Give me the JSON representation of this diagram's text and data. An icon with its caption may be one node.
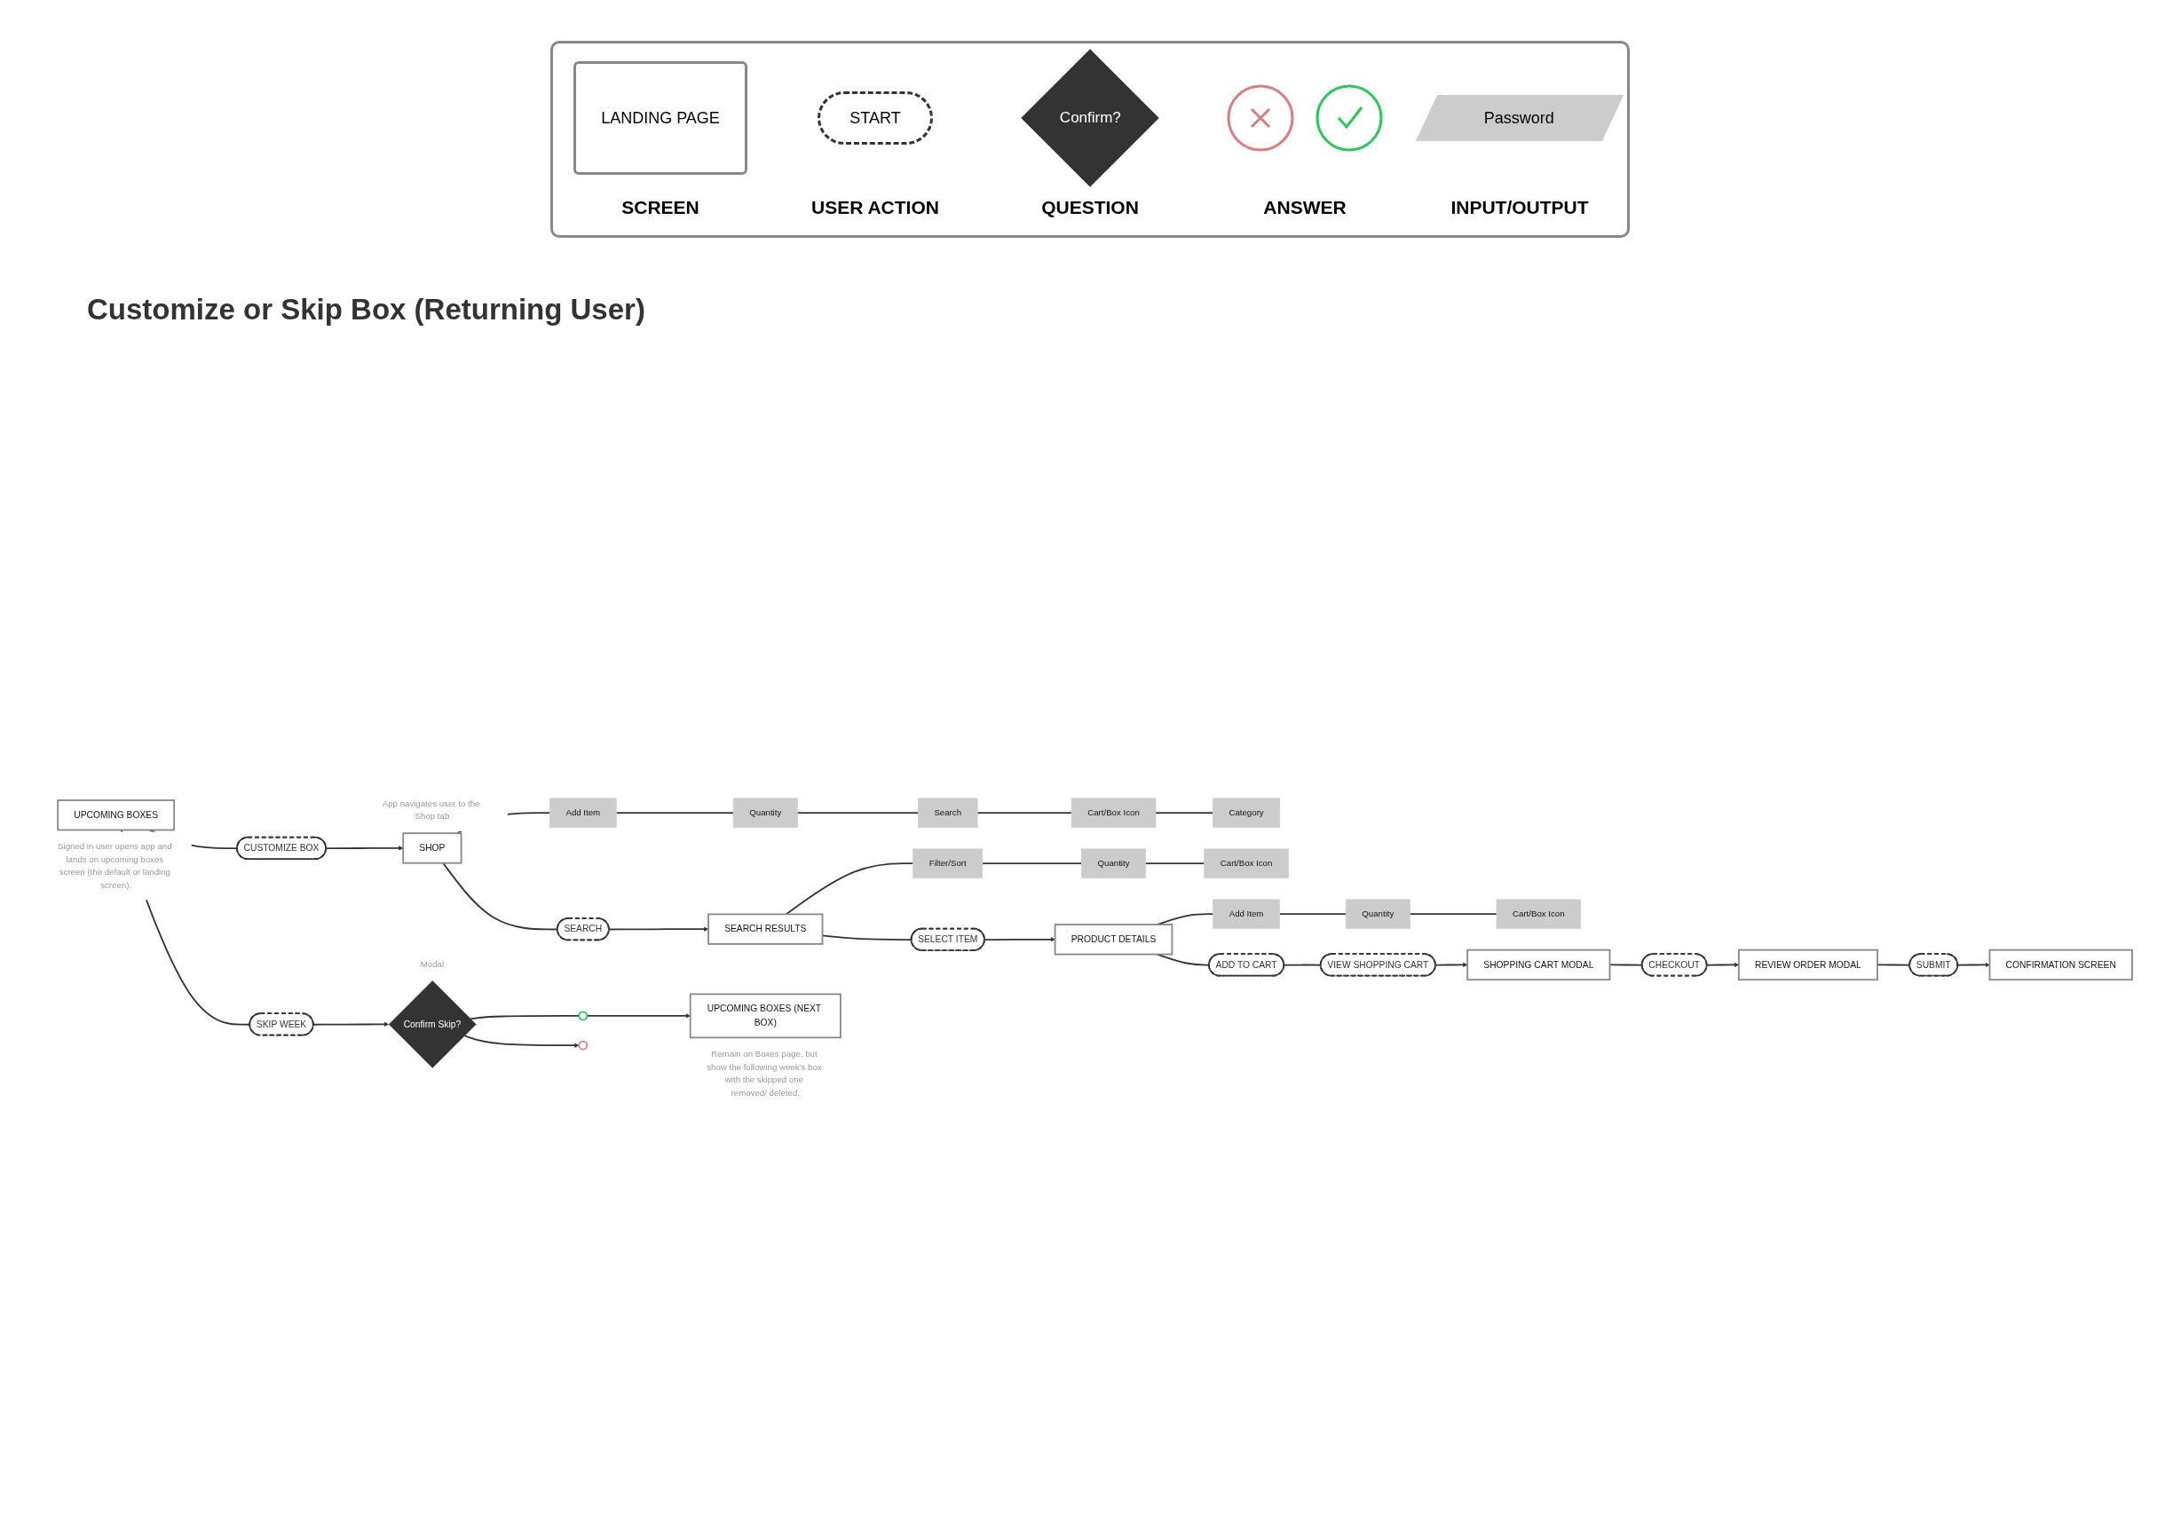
{
  "diagram": {
    "title": "Customize or Skip Box (Returning User)",
    "nodes": [
      {
        "text": [
          "UPCOMING BOXES"
        ],
        "beside": [
          "Signed in user opens app and lands on upcoming boxes screen (the default or landing screen)."
        ]
      },
      {
        "text": [
          "CUSTOMIZE BOX"
        ]
      },
      {
        "text": [
          "SHOP"
        ],
        "beside": [
          "App navigates user to the Shop tab"
        ]
      },
      {
        "text": [
          "SEARCH"
        ]
      },
      {
        "text": [
          "SEARCH RESULTS"
        ]
      },
      {
        "text": [
          "SELECT ITEM"
        ]
      },
      {
        "text": [
          "PRODUCT DETAILS"
        ]
      },
      {
        "text": [
          "Add Item"
        ]
      },
      {
        "text": [
          "Quantity"
        ]
      },
      {
        "text": [
          "Search"
        ]
      },
      {
        "text": [
          "Cart/Box Icon"
        ]
      },
      {
        "text": [
          "Category"
        ]
      },
      {
        "text": [
          "Filter/Sort"
        ]
      },
      {
        "text": [
          "Quantity"
        ]
      },
      {
        "text": [
          "Cart/Box Icon"
        ]
      },
      {
        "text": [
          "Add Item"
        ]
      },
      {
        "text": [
          "Quantity"
        ]
      },
      {
        "text": [
          "Cart/Box Icon"
        ]
      },
      {
        "text": [
          "ADD TO CART"
        ]
      },
      {
        "text": [
          "VIEW SHOPPING CART"
        ]
      },
      {
        "text": [
          "SKIP WEEK"
        ]
      },
      {
        "text": [
          "SHOPPING CART MODAL"
        ]
      },
      {
        "text": [
          "Confirm Skip?"
        ],
        "beside": [
          "Modal"
        ]
      },
      {
        "text": [],
        "shape": "circle"
      },
      {
        "text": [
          "UPCOMING BOXES (NEXT BOX)"
        ],
        "beside": [
          "Remain on Boxes page, but show the following week’s box with the skipped one removed/ deleted."
        ]
      },
      {
        "text": [
          "REVIEW ORDER MODAL"
        ]
      },
      {
        "text": [
          "CHECKOUT"
        ]
      },
      {
        "text": [],
        "shape": "circle"
      },
      {
        "text": [
          "SUBMIT"
        ]
      },
      {
        "text": [
          "CONFIRMATION SCREEN"
        ]
      }
    ],
    "edges": [
      {
        "from": 0,
        "to": 1,
        "arrow": "none"
      },
      {
        "from": 1,
        "to": 2,
        "arrow": "to"
      },
      {
        "from": 2,
        "to": 3,
        "arrow": "none"
      },
      {
        "from": 3,
        "to": 4,
        "arrow": "to"
      },
      {
        "from": 4,
        "to": 5,
        "arrow": "none"
      },
      {
        "from": 5,
        "to": 6,
        "arrow": "to"
      },
      {
        "from": 2,
        "to": 7,
        "arrow": "none"
      },
      {
        "from": 7,
        "to": 8,
        "arrow": "none"
      },
      {
        "from": 8,
        "to": 9,
        "arrow": "none"
      },
      {
        "from": 9,
        "to": 10,
        "arrow": "none"
      },
      {
        "from": 10,
        "to": 11,
        "arrow": "none"
      },
      {
        "from": 4,
        "to": 12,
        "arrow": "none"
      },
      {
        "from": 12,
        "to": 13,
        "arrow": "none"
      },
      {
        "from": 13,
        "to": 14,
        "arrow": "none"
      },
      {
        "from": 6,
        "to": 15,
        "arrow": "none"
      },
      {
        "from": 15,
        "to": 16,
        "arrow": "none"
      },
      {
        "from": 16,
        "to": 17,
        "arrow": "none"
      },
      {
        "from": 6,
        "to": 18,
        "arrow": "none"
      },
      {
        "from": 18,
        "to": 19,
        "arrow": "none"
      },
      {
        "from": 19,
        "to": 21,
        "arrow": "to"
      },
      {
        "from": 0,
        "to": 20,
        "arrow": "none"
      },
      {
        "from": 20,
        "to": 22,
        "arrow": "to"
      },
      {
        "from": 22,
        "to": 23,
        "arrow": "none"
      },
      {
        "from": 23,
        "to": 24,
        "arrow": "to"
      },
      {
        "from": 22,
        "to": 27,
        "arrow": "to"
      },
      {
        "from": 21,
        "to": 26,
        "arrow": "none"
      },
      {
        "from": 26,
        "to": 25,
        "arrow": "to"
      },
      {
        "from": 25,
        "to": 28,
        "arrow": "none"
      },
      {
        "from": 28,
        "to": 29,
        "arrow": "to"
      }
    ],
    "labels": [
      "LANDING PAGE",
      "START",
      "Confirm?",
      "Password"
    ],
    "legend": [
      {
        "text": "SCREEN"
      },
      {
        "text": "USER ACTION"
      },
      {
        "text": "QUESTION"
      },
      {
        "text": "ANSWER"
      },
      {
        "text": "INPUT/OUTPUT"
      }
    ]
  }
}
